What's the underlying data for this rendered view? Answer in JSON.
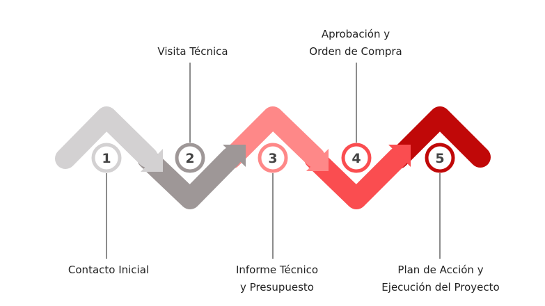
{
  "steps": [
    {
      "number": "1",
      "title_line1": "Contacto Inicial",
      "title_line2": "",
      "color": "#d3d1d2",
      "label_position": "bottom"
    },
    {
      "number": "2",
      "title_line1": "Visita Técnica",
      "title_line2": "",
      "color": "#9e9797",
      "label_position": "top"
    },
    {
      "number": "3",
      "title_line1": "Informe Técnico",
      "title_line2": "y Presupuesto",
      "color": "#fe8888",
      "label_position": "bottom"
    },
    {
      "number": "4",
      "title_line1": "Aprobación y",
      "title_line2": "Orden de Compra",
      "color": "#fa4d50",
      "label_position": "top"
    },
    {
      "number": "5",
      "title_line1": "Plan de Acción y",
      "title_line2": "Ejecución del Proyecto",
      "color": "#c00808",
      "label_position": "bottom"
    }
  ],
  "colors": {
    "connector_line": "#666666",
    "number_text": "#444444",
    "label_text": "#222222"
  }
}
